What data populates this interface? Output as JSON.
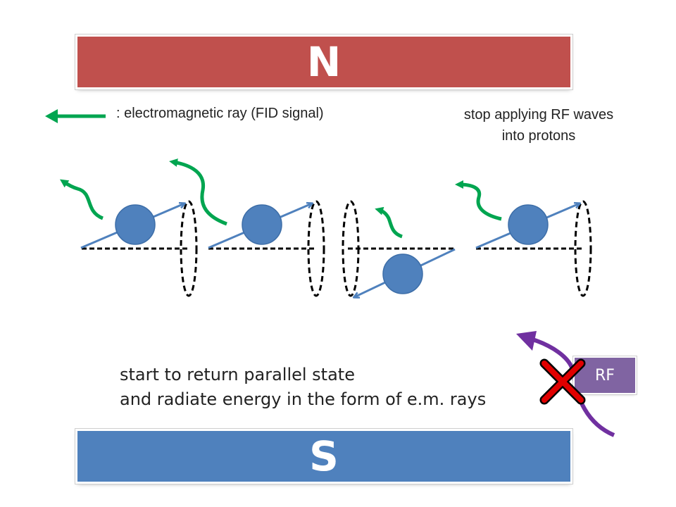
{
  "magnets": {
    "north_label": "N",
    "south_label": "S"
  },
  "legend": {
    "text": ": electromagnetic ray (FID signal)"
  },
  "rf_note": {
    "line1": "stop applying RF waves",
    "line2": "into protons"
  },
  "caption": {
    "line1": "start to return parallel state",
    "line2": "and radiate energy in the form of e.m. rays"
  },
  "rf": {
    "label": "RF"
  },
  "colors": {
    "north": "#c0504d",
    "south": "#4f81bd",
    "proton": "#4f81bd",
    "ray": "#00a550",
    "rf": "#8064a2",
    "cross": "#e00000"
  },
  "icons": [
    "proton-sphere",
    "spin-arrow",
    "precession-ellipse",
    "em-ray-arrow",
    "rf-arrow",
    "cross-mark-icon"
  ]
}
